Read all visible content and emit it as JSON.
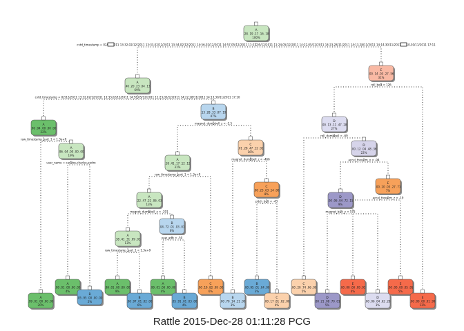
{
  "caption": "Rattle 2015-Dec-28 01:11:28 PCG",
  "colors": {
    "A": "#6bbf6b",
    "A_light": "#c8e6c0",
    "B": "#6aaad6",
    "B_light": "#b8d6ee",
    "C": "#f7a15a",
    "C_light": "#fbd1ac",
    "D": "#9c98c8",
    "D_light": "#d6d4ea",
    "E": "#f56a4a",
    "E_light": "#f9b9a4",
    "F": "#dcdcf0"
  },
  "nodes": [
    {
      "id": "root",
      "cls": "A",
      "probs": ".28 .19 .17 .16 .18",
      "pct": "100%",
      "color": "A_light"
    },
    {
      "id": "n2",
      "cls": "A",
      "probs": ".40 .20 .23 .04 .13",
      "pct": "69%",
      "color": "A_light"
    },
    {
      "id": "n3",
      "cls": "E",
      "probs": ".00 .14 .03 .27 .56",
      "pct": "31%",
      "color": "E_light"
    },
    {
      "id": "n4",
      "cls": "A",
      "probs": ".96 .04 .00 .00 .00",
      "pct": "22%",
      "color": "A"
    },
    {
      "id": "n5",
      "cls": "B",
      "probs": ".13 .28 .33 .07 .19",
      "pct": "47%",
      "color": "B_light"
    },
    {
      "id": "n8",
      "cls": "A",
      "probs": ".96 .04 .00 .00 .00",
      "pct": "19%",
      "color": "A_light"
    },
    {
      "id": "n10",
      "cls": "A",
      "probs": ".18 .41 .17 .12 .12",
      "pct": "31%",
      "color": "A_light"
    },
    {
      "id": "n11",
      "cls": "C",
      "probs": ".01 .28 .47 .12 .02",
      "pct": "16%",
      "color": "C_light"
    },
    {
      "id": "n12",
      "cls": "D",
      "probs": ".00 .13 .11 .47 .28",
      "pct": "27%",
      "color": "F"
    },
    {
      "id": "n20",
      "cls": "A",
      "probs": ".22 .47 .21 .06 .03",
      "pct": "13%",
      "color": "A_light"
    },
    {
      "id": "n23",
      "cls": "C",
      "probs": ".00 .23 .63 .14 .00",
      "pct": "8%",
      "color": "C"
    },
    {
      "id": "n24",
      "cls": "D",
      "probs": ".00 .12 .04 .48 .36",
      "pct": "22%",
      "color": "D_light"
    },
    {
      "id": "n40",
      "cls": "A",
      "probs": ".38 .41 .31 .09 .03",
      "pct": "13%",
      "color": "A_light"
    },
    {
      "id": "n41",
      "cls": "B",
      "probs": ".04 .72 .01 .03 .01",
      "pct": "6%",
      "color": "B_light"
    },
    {
      "id": "n48",
      "cls": "D",
      "probs": ".00 .06 .04 .72 .15",
      "pct": "9%",
      "color": "D"
    },
    {
      "id": "n49",
      "cls": "E",
      "probs": ".00 .20 .03 .27 .71",
      "pct": "7%",
      "color": "C"
    },
    {
      "id": "n80",
      "cls": "A",
      "probs": ".73 .29 .01 .00 .00",
      "pct": "10%",
      "color": "A_light"
    },
    {
      "id": "l1",
      "cls": "A",
      "probs": ".99 .01 .00 .00 .00",
      "pct": "20%",
      "color": "A"
    },
    {
      "id": "l2",
      "cls": "A",
      "probs": ".99 .01 .00 .00 .00",
      "pct": "4%",
      "color": "A"
    },
    {
      "id": "l3",
      "cls": "B",
      "probs": ".05 .95 .00 .00 .00",
      "pct": "2%",
      "color": "B"
    },
    {
      "id": "l4",
      "cls": "A",
      "probs": ".99 .01 .00 .00 .00",
      "pct": "9%",
      "color": "A"
    },
    {
      "id": "l5",
      "cls": "B",
      "probs": ".00 .97 .01 .02 .00",
      "pct": "6%",
      "color": "B"
    },
    {
      "id": "l6",
      "cls": "A",
      "probs": ".99 .01 .00 .00 .00",
      "pct": "4%",
      "color": "A"
    },
    {
      "id": "l7",
      "cls": "B",
      "probs": ".05 .91 .01 .03 .00",
      "pct": "4%",
      "color": "B"
    },
    {
      "id": "l8",
      "cls": "C",
      "probs": ".00 .19 .82 .09 .00",
      "pct": "6%",
      "color": "C"
    },
    {
      "id": "l9",
      "cls": "B",
      "probs": ".00 .70 .14 .11 .00",
      "pct": "3%",
      "color": "B_light"
    },
    {
      "id": "l10",
      "cls": "B",
      "probs": ".00 .95 .01 .04 .00",
      "pct": "3%",
      "color": "B"
    },
    {
      "id": "l11",
      "cls": "C",
      "probs": ".00 .17 .81 .02 .00",
      "pct": "4%",
      "color": "C_light"
    },
    {
      "id": "l12",
      "cls": "C",
      "probs": ".00 .20 .74 .06 .00",
      "pct": "5%",
      "color": "C_light"
    },
    {
      "id": "l13",
      "cls": "D",
      "probs": ".00 .21 .08 .70 .01",
      "pct": "5%",
      "color": "D"
    },
    {
      "id": "l14",
      "cls": "E",
      "probs": ".00 .00 .00 .09 .91",
      "pct": "4%",
      "color": "E"
    },
    {
      "id": "l15",
      "cls": "D",
      "probs": ".00 .06 .04 .62 .28",
      "pct": "3%",
      "color": "F"
    },
    {
      "id": "l16",
      "cls": "E",
      "probs": ".00 .00 .00 .05 .95",
      "pct": "5%",
      "color": "E"
    },
    {
      "id": "l17",
      "cls": "E",
      "probs": ".00 .00 .00 .01 .99",
      "pct": "13%",
      "color": "E"
    }
  ],
  "splits": [
    {
      "id": "s_root",
      "text": "cvtd_timestamp = 02/12/2011 13:32,02/12/2011 13:33,02/12/2011 13:34,02/12/2011 14:56,02/12/2011 14:57,05/12/2011 11:23,05/12/2011 11:24,05/12/2011 14:22,05/12/2011 14:23,28/11/2011 14:13,28/11/2011 14:14,30/11/2011 17:10,30/11/2011 17:11"
    },
    {
      "id": "s_n2",
      "text": "cvtd_timestamp = 02/12/2011 13:32,02/12/2011 13:33,02/12/2011 14:56,05/12/2011 11:23,05/12/2011 14:22,28/11/2011 14:13,30/11/2011 17:10"
    },
    {
      "id": "s_n3",
      "text": "roll_belt < 126"
    },
    {
      "id": "s_n4",
      "text": "raw_timestamp_part_1 < 1.3e+9"
    },
    {
      "id": "s_n8",
      "text": "user_name = carlitos,charles,pedro"
    },
    {
      "id": "s_n5",
      "text": "magnet_dumbbell_z < -2.5"
    },
    {
      "id": "s_n12",
      "text": "roll_dumbbell < -69"
    },
    {
      "id": "s_n11",
      "text": "magnet_dumbbell_z < -466"
    },
    {
      "id": "s_n10",
      "text": "raw_timestamp_part_1 < 1.3e+9"
    },
    {
      "id": "s_n23",
      "text": "pitch_belt < -43"
    },
    {
      "id": "s_n24",
      "text": "accel_forearm_x < -94"
    },
    {
      "id": "s_n20",
      "text": "magnet_dumbbell_z < -291"
    },
    {
      "id": "s_n41",
      "text": "yaw_arm < -50"
    },
    {
      "id": "s_n48",
      "text": "magnet_belt_y < 575"
    },
    {
      "id": "s_n49",
      "text": "accel_forearm_z < -19"
    },
    {
      "id": "s_n80",
      "text": "raw_timestamp_part_1 < 1.3e+9"
    }
  ]
}
